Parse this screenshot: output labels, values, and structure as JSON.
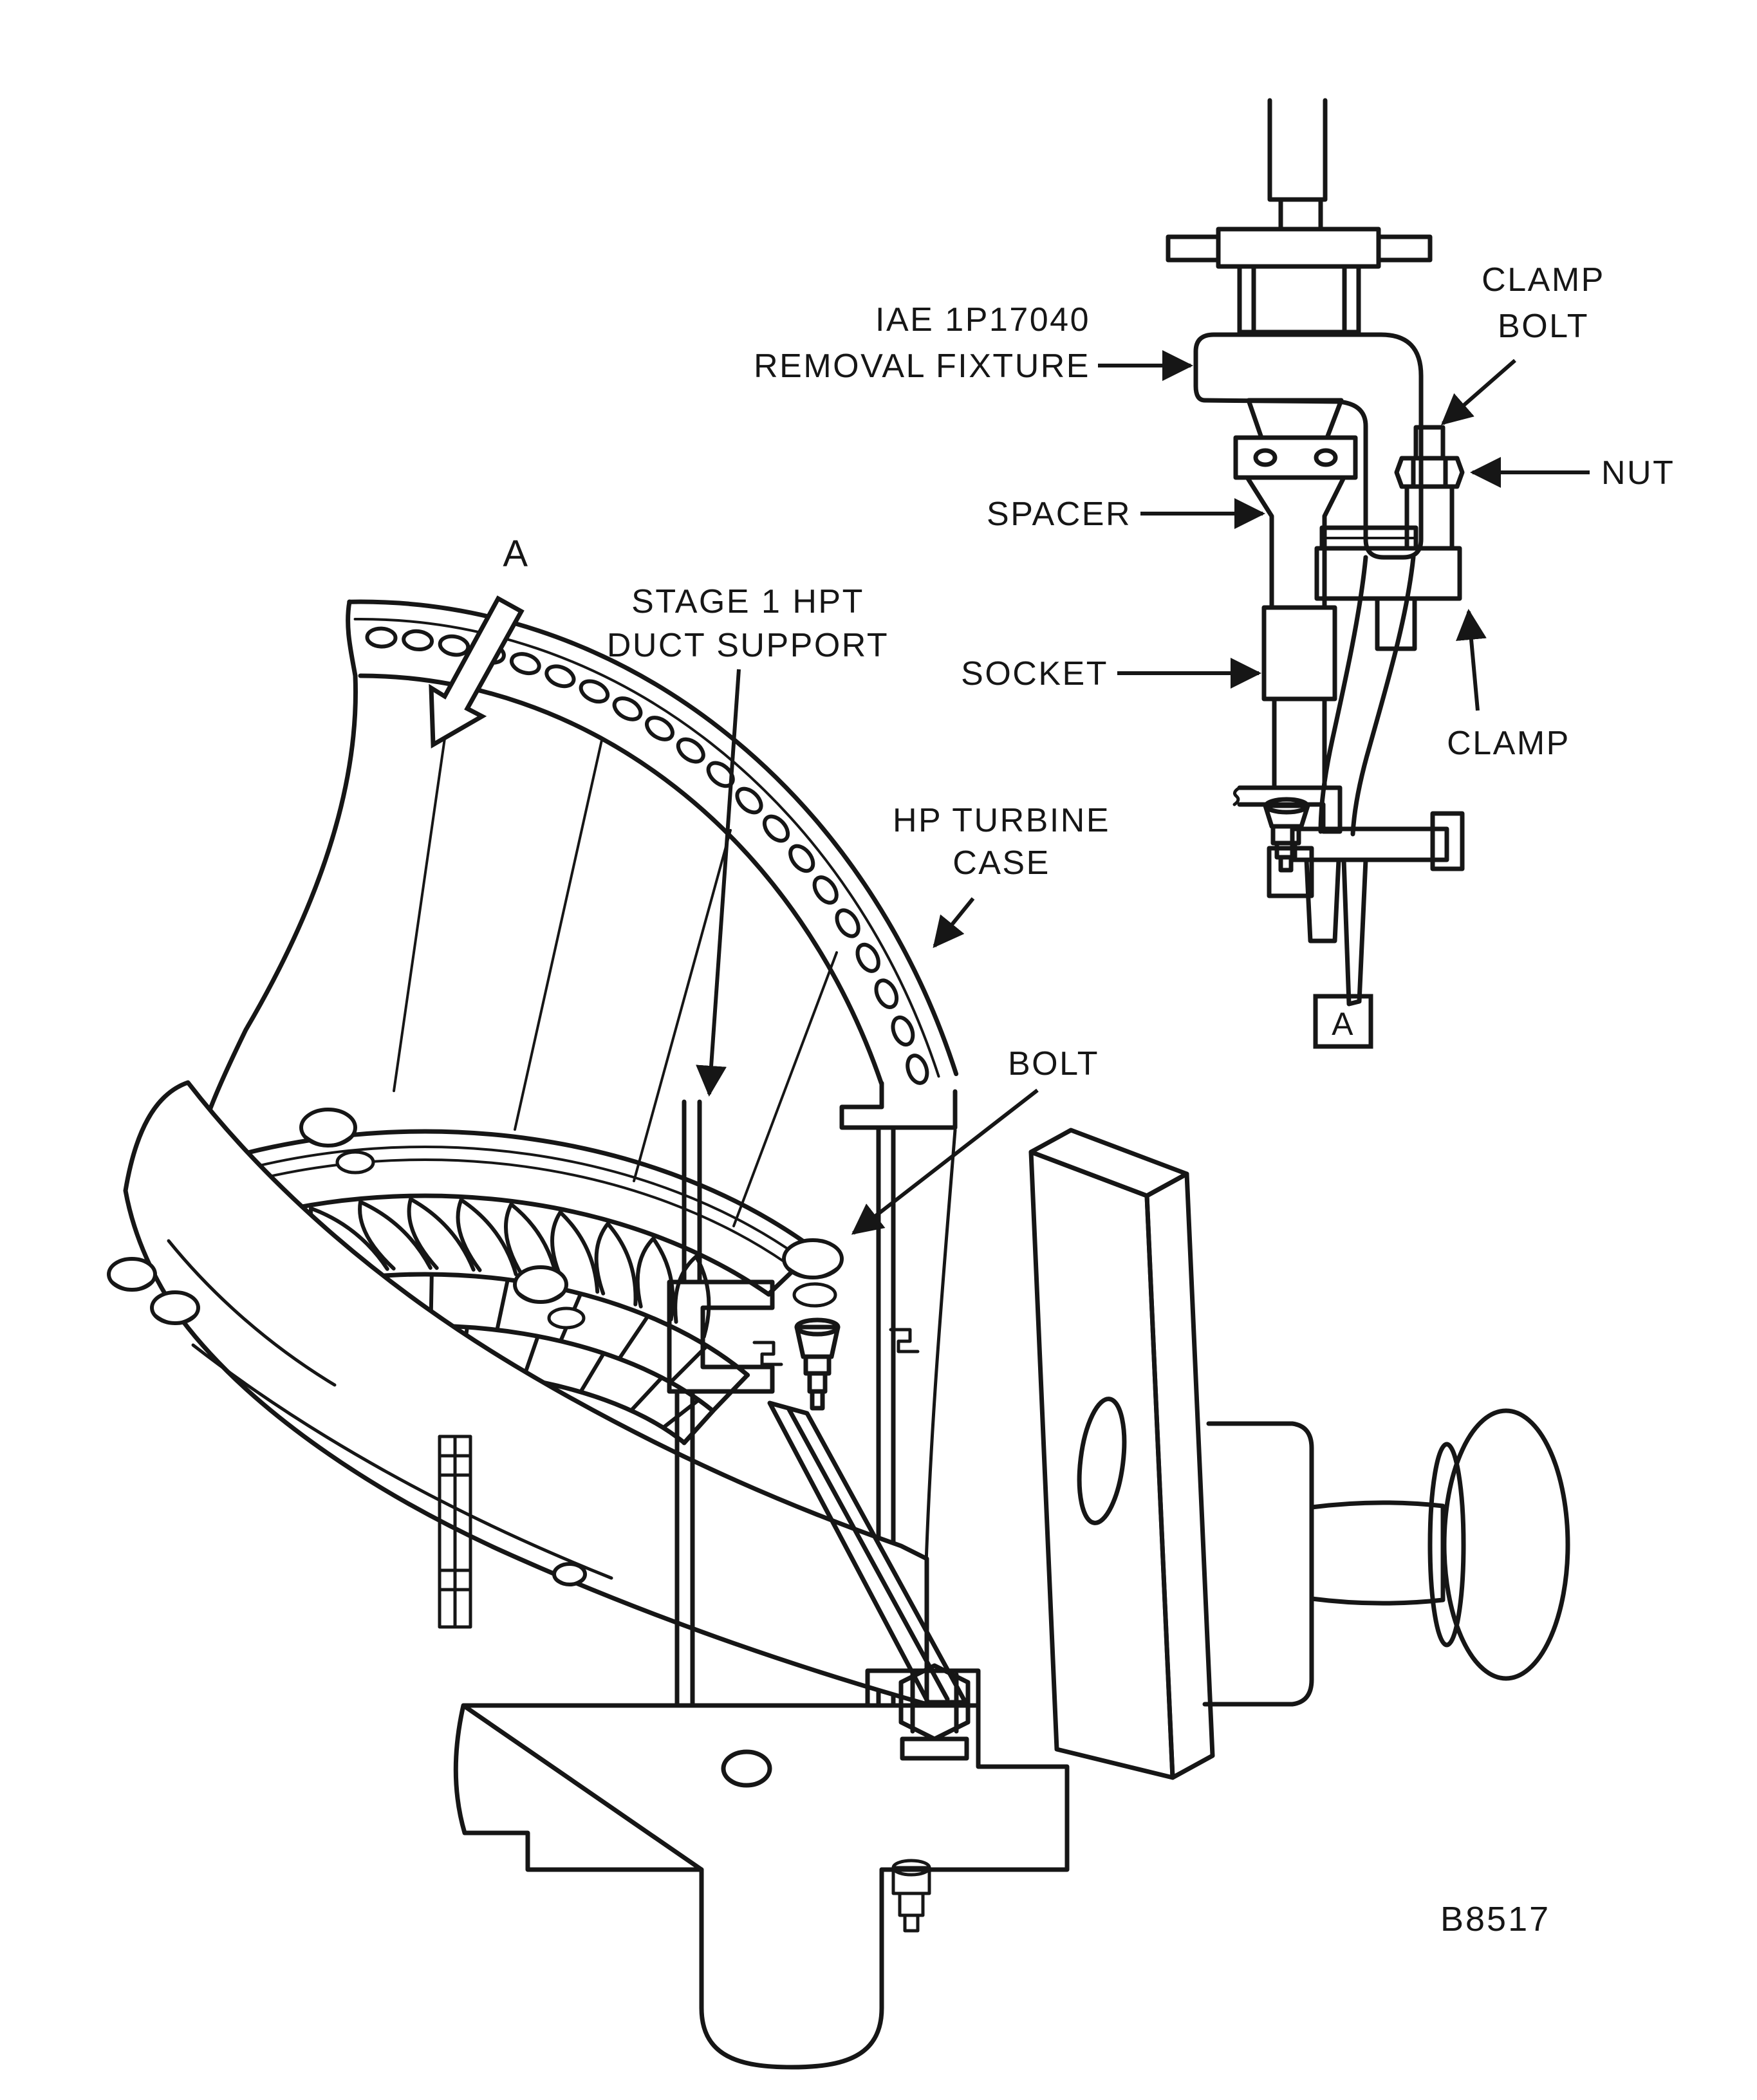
{
  "figure": {
    "background": "#ffffff",
    "ink": "#161616",
    "figure_number": "B8517",
    "labels": {
      "view_arrow": "A",
      "removal_fixture_1": "IAE 1P17040",
      "removal_fixture_2": "REMOVAL FIXTURE",
      "clamp_bolt_1": "CLAMP",
      "clamp_bolt_2": "BOLT",
      "nut": "NUT",
      "spacer": "SPACER",
      "socket": "SOCKET",
      "clamp": "CLAMP",
      "stage_support_1": "STAGE 1 HPT",
      "stage_support_2": "DUCT SUPPORT",
      "hp_turbine_1": "HP TURBINE",
      "hp_turbine_2": "CASE",
      "bolt": "BOLT",
      "detail_box": "A"
    }
  }
}
